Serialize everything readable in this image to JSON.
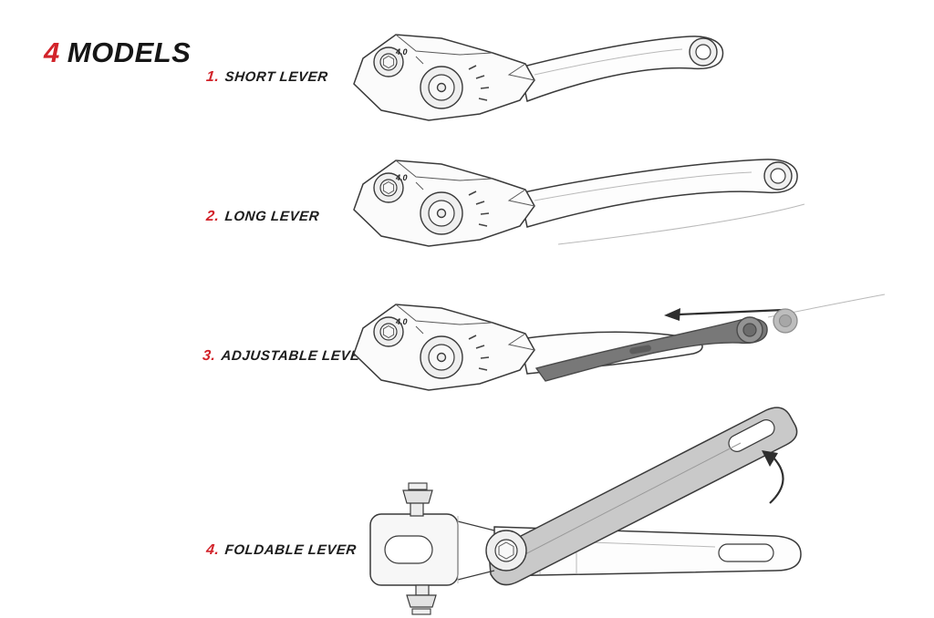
{
  "title": {
    "number": "4",
    "word": "MODELS"
  },
  "colors": {
    "accent": "#d2232a",
    "ink": "#161616",
    "line": "#3a3a3a",
    "shade": "#787878"
  },
  "models": [
    {
      "number": "1.",
      "label": "SHORT LEVER",
      "dial_label": "4.0"
    },
    {
      "number": "2.",
      "label": "LONG LEVER",
      "dial_label": "4.0"
    },
    {
      "number": "3.",
      "label": "ADJUSTABLE LEVER",
      "dial_label": "4.0"
    },
    {
      "number": "4.",
      "label": "FOLDABLE LEVER"
    }
  ]
}
